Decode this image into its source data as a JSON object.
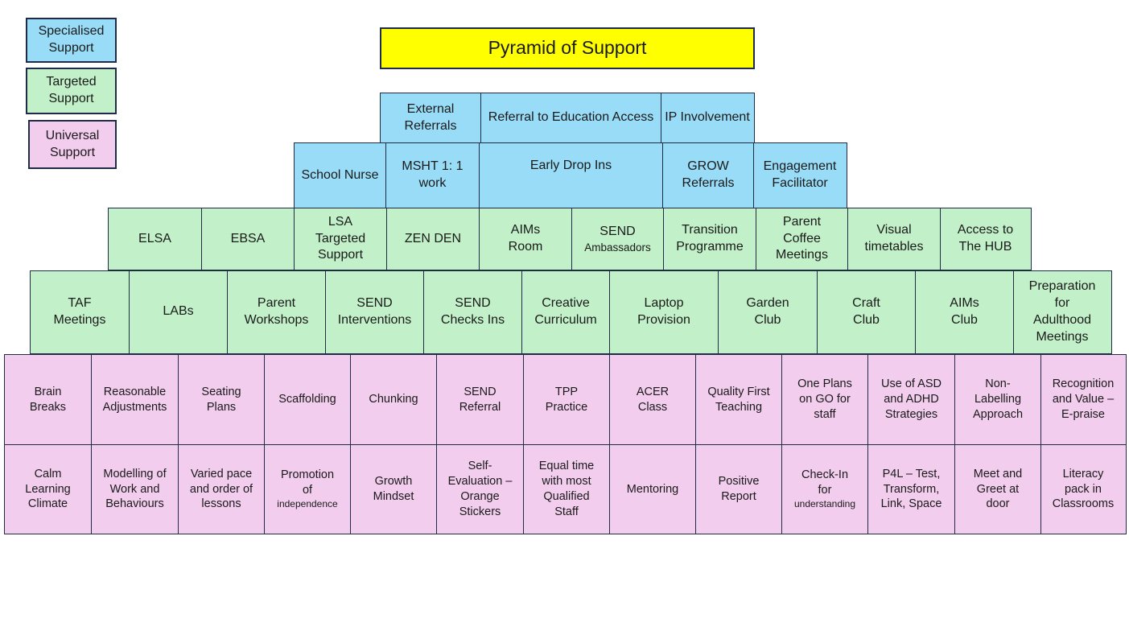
{
  "legend": {
    "specialised": "Specialised\nSupport",
    "targeted": "Targeted\nSupport",
    "universal": "Universal\nSupport"
  },
  "title": "Pyramid of Support",
  "tier1": [
    "External\nReferrals",
    "Referral to Education\nAccess",
    "IP\nInvolvement"
  ],
  "tier2": [
    "School\nNurse",
    "MSHT 1: 1\nwork",
    "Early Drop Ins",
    "GROW\nReferrals",
    "Engagement\nFacilitator"
  ],
  "tier3": [
    "ELSA",
    "EBSA",
    "LSA\nTargeted\nSupport",
    "ZEN DEN",
    "AIMs\nRoom",
    "SEND",
    "Ambassadors",
    "Transition\nProgramme",
    "Parent\nCoffee\nMeetings",
    "Visual\ntimetables",
    "Access to\nThe HUB"
  ],
  "tier4": [
    "TAF\nMeetings",
    "LABs",
    "Parent\nWorkshops",
    "SEND\nInterventions",
    "SEND\nChecks Ins",
    "Creative\nCurriculum",
    "Laptop\nProvision",
    "Garden\nClub",
    "Craft\nClub",
    "AIMs\nClub",
    "Preparation\nfor\nAdulthood\nMeetings"
  ],
  "tier5": [
    "Brain\nBreaks",
    "Reasonable\nAdjustments",
    "Seating\nPlans",
    "Scaffolding",
    "Chunking",
    "SEND\nReferral",
    "TPP\nPractice",
    "ACER\nClass",
    "Quality First\nTeaching",
    "One Plans\non GO for\nstaff",
    "Use of ASD\nand ADHD\nStrategies",
    "Non-\nLabelling\nApproach",
    "Recognition\nand Value –\nE-praise"
  ],
  "tier6": [
    "Calm\nLearning\nClimate",
    "Modelling of\nWork and\nBehaviours",
    "Varied pace\nand order of\nlessons",
    "Promotion\nof",
    "independence",
    "Growth\nMindset",
    "Self-\nEvaluation –\nOrange\nStickers",
    "Equal time\nwith most\nQualified\nStaff",
    "Mentoring",
    "Positive\nReport",
    "Check-In\nfor",
    "understanding",
    "P4L – Test,\nTransform,\nLink, Space",
    "Meet and\nGreet at\ndoor",
    "Literacy\npack in\nClassrooms"
  ],
  "colors": {
    "specialised": "#99dcf7",
    "targeted": "#c2f0c8",
    "universal": "#f2cdee",
    "title": "#ffff00",
    "border": "#1f2b47"
  }
}
